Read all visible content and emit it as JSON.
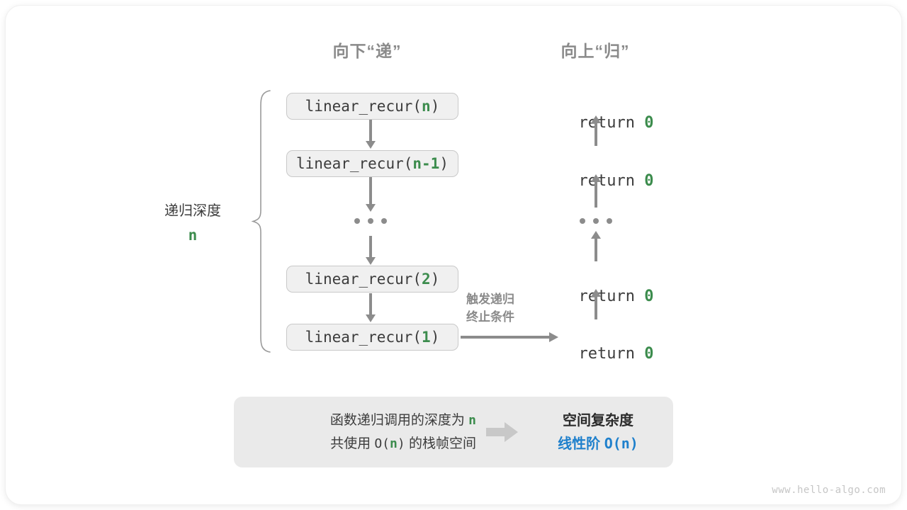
{
  "diagram": {
    "columns": {
      "down_title": "向下“递”",
      "up_title": "向上“归”"
    },
    "depth_label": {
      "text": "递归深度",
      "value": "n"
    },
    "call_frames": [
      {
        "prefix": "linear_recur(",
        "arg": "n",
        "suffix": ")"
      },
      {
        "prefix": "linear_recur(",
        "arg": "n-1",
        "suffix": ")"
      },
      {
        "prefix": "linear_recur(",
        "arg": "2",
        "suffix": ")"
      },
      {
        "prefix": "linear_recur(",
        "arg": "1",
        "suffix": ")"
      }
    ],
    "ellipsis_down": "· · ·",
    "ellipsis_up": "· · ·",
    "returns": [
      {
        "keyword": "return ",
        "value": "0"
      },
      {
        "keyword": "return ",
        "value": "0"
      },
      {
        "keyword": "return ",
        "value": "0"
      },
      {
        "keyword": "return ",
        "value": "0"
      }
    ],
    "trigger_note": {
      "line1": "触发递归",
      "line2": "终止条件"
    },
    "summary": {
      "left_line1_a": "函数递归调用的深度为 ",
      "left_line1_n": "n",
      "left_line2_a": "共使用 ",
      "left_line2_o": "O(",
      "left_line2_n": "n",
      "left_line2_c": ")",
      "left_line2_b": " 的栈帧空间",
      "arrow_icon": "block-arrow-right-icon",
      "right_heading": "空间复杂度",
      "right_value_label": "线性阶 ",
      "right_value_math": "O(n)"
    },
    "watermark": "www.hello-algo.com",
    "colors": {
      "accent_green": "#3c8c4d",
      "accent_blue": "#1f80cc",
      "box_fill": "#f0f0f0",
      "box_border": "#c9c9c9",
      "arrow_gray": "#8c8c8c",
      "panel_fill": "#eaeaea",
      "title_gray": "#8a8a8a"
    }
  }
}
